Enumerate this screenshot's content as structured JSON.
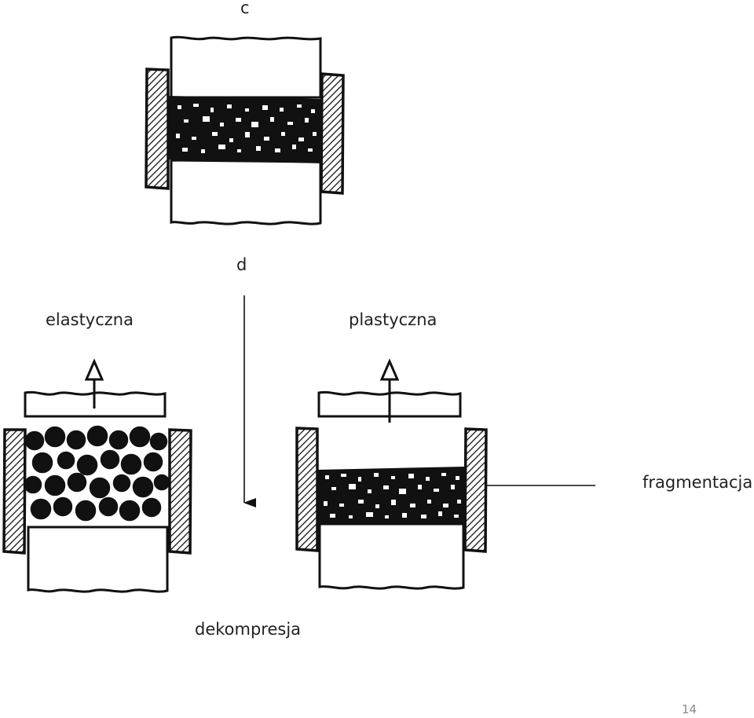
{
  "labels": {
    "c": "c",
    "d": "d",
    "elastic": "elastyczna",
    "plastic": "plastyczna",
    "fragmentation": "fragmentacja",
    "decompression": "dekompresja"
  },
  "page_number": "14",
  "colors": {
    "ink": "#111111",
    "text": "#222222",
    "page_number": "#8a8a8a",
    "background": "#ffffff"
  }
}
